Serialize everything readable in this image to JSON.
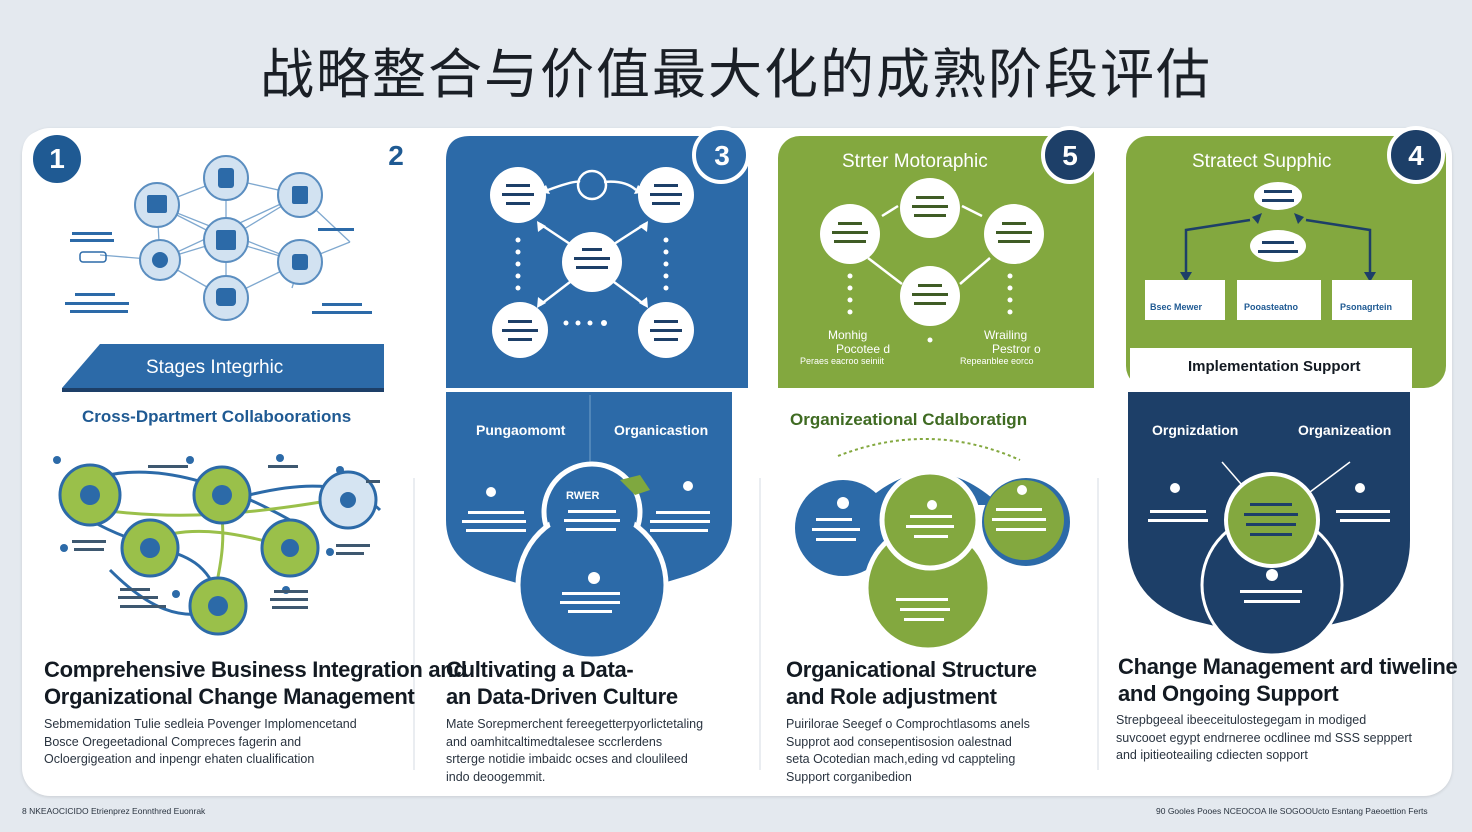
{
  "title": "战略整合与价值最大化的成熟阶段评估",
  "panels": [
    {
      "badge": "1",
      "badge2": "2",
      "banner": "Stages Integrhic",
      "sub_head": "Cross-Dpartmert Collaboorations",
      "title_lines": [
        "Comprehensive Business Integration and",
        "Organizational Change Management"
      ],
      "desc_lines": [
        "Sebmemidation Tulie sedleia Povenger Implomencetand",
        "Bosce Oregeetadional Compreces fagerin and",
        "Ocloergigeation and inpengr ehaten clualification"
      ]
    },
    {
      "badge": "3",
      "sub_left": "Pungaomomt",
      "sub_right": "Organicastion",
      "center_label": "RWER",
      "title_lines": [
        "Cultivating a Data-",
        "an Data-Driven Culture"
      ],
      "desc_lines": [
        "Mate Sorepmerchent fereegetterpyorlictetaling",
        "and oamhitcaltimedtalesee sccrlerdens",
        "srterge notidie imbaidc ocses and cloulileed",
        "indo deoogemmit."
      ]
    },
    {
      "badge": "5",
      "banner": "Strter Motoraphic",
      "left_note": [
        "Monhig",
        "Pocotee d"
      ],
      "right_note": [
        "Wrailing",
        "Pestror o"
      ],
      "foot_note_left": "Peraes eacroo seiniit",
      "foot_note_right": "Repeanblee eorco",
      "sub_head": "Organizeational Cdalboratign",
      "title_lines": [
        "Organicational Structure",
        "and Role adjustment"
      ],
      "desc_lines": [
        "Puirilorae Seegef o Comprochtlasoms anels",
        "Supprot aod consepentisosion oalestnad",
        "seta Ocotedian mach,eding vd cappteling",
        "Support corganibedion"
      ]
    },
    {
      "badge": "4",
      "banner": "Stratect Supphic",
      "box_labels": [
        "Bsec Mewer",
        "Pooasteatno",
        "Psonagrtein"
      ],
      "strip": "Implementation Support",
      "sub_left": "Orgnizdation",
      "sub_right": "Organizeation",
      "title_lines": [
        "Change Management ard tiweline",
        "and Ongoing Support"
      ],
      "desc_lines": [
        "Strepbgeeal ibeeceitulostegegam in modiged",
        "suvcooet egypt endrneree ocdlinee md SSS sepppert",
        "and ipitieoteailing cdiecten sopport"
      ]
    }
  ],
  "footer_left": "8 NKEAOCICIDO Etrienprez Eonnthred Euonrak",
  "footer_right": "90 Gooles Pooes NCEOCOA Ile SOGOOUcto Esntang Paeoettion Ferts",
  "colors": {
    "blue": "#2c6aa8",
    "dark_blue": "#1d3f68",
    "green": "#83a83f",
    "light_green": "#a6c45c"
  }
}
